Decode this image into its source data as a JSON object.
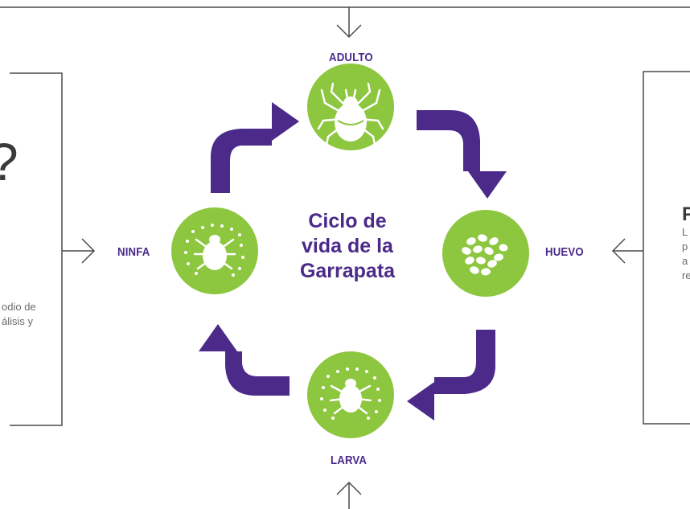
{
  "stages": {
    "adulto": "ADULTO",
    "huevo": "HUEVO",
    "larva": "LARVA",
    "ninfa": "NINFA"
  },
  "title": {
    "line1": "Ciclo de",
    "line2": "vida de la",
    "line3": "Garrapata"
  },
  "left_panel": {
    "partial_char": "?",
    "line1": "odio de",
    "line2": "álisis y"
  },
  "right_panel": {
    "heading_char": "P",
    "line1": "L",
    "line2": "p",
    "line3": "a",
    "line4": "re"
  },
  "colors": {
    "purple": "#4b2a8a",
    "green": "#8dc63f",
    "line": "#4a4a4a"
  }
}
